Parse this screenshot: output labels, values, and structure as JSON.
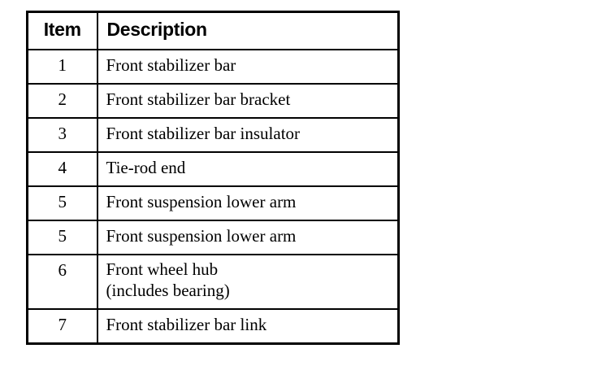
{
  "document": {
    "type": "parts-reference-table",
    "background_color": "#ffffff",
    "ink_color": "#000000"
  },
  "table": {
    "columns": [
      {
        "key": "item",
        "header": "Item",
        "align": "center"
      },
      {
        "key": "description",
        "header": "Description",
        "align": "left"
      }
    ],
    "rows": [
      {
        "item": "1",
        "description": "Front stabilizer bar",
        "tall": false
      },
      {
        "item": "2",
        "description": "Front stabilizer bar bracket",
        "tall": false
      },
      {
        "item": "3",
        "description": "Front stabilizer bar insulator",
        "tall": false
      },
      {
        "item": "4",
        "description": "Tie-rod end",
        "tall": false
      },
      {
        "item": "5",
        "description": "Front suspension lower arm",
        "tall": false
      },
      {
        "item": "5",
        "description": "Front suspension lower arm",
        "tall": false
      },
      {
        "item": "6",
        "description": "Front wheel hub\n(includes bearing)",
        "tall": true
      },
      {
        "item": "7",
        "description": "Front stabilizer bar link",
        "tall": false
      }
    ]
  }
}
